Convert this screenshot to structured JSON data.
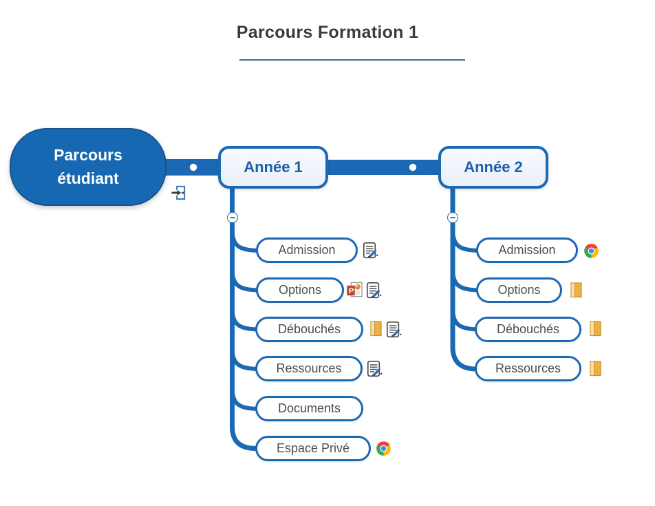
{
  "title": {
    "text": "Parcours Formation 1"
  },
  "ui": {
    "collapse_glyph": "−"
  },
  "colors": {
    "accent_blue": "#1B69B5",
    "root_fill": "#1768B2",
    "topic_fill": "#EEF3FB",
    "topic_text": "#1E5FA8",
    "subtopic_text": "#4D4D4D",
    "title_text": "#3B3B3B",
    "title_underline": "#35739A",
    "folder_yellow": "#ECB045"
  },
  "root": {
    "label": "Parcours étudiant",
    "marker_icon": "link-arrow-icon"
  },
  "branches": [
    {
      "label": "Année 1",
      "state": "expanded",
      "children": [
        {
          "label": "Admission",
          "icons": [
            "notes-icon"
          ]
        },
        {
          "label": "Options",
          "icons": [
            "powerpoint-file-icon",
            "notes-icon"
          ]
        },
        {
          "label": "Débouchés",
          "icons": [
            "folder-icon",
            "notes-icon"
          ]
        },
        {
          "label": "Ressources",
          "icons": [
            "notes-icon"
          ]
        },
        {
          "label": "Documents",
          "icons": []
        },
        {
          "label": "Espace Privé",
          "icons": [
            "chrome-browser-icon"
          ]
        }
      ]
    },
    {
      "label": "Année 2",
      "state": "expanded",
      "children": [
        {
          "label": "Admission",
          "icons": [
            "chrome-browser-icon"
          ]
        },
        {
          "label": "Options",
          "icons": [
            "folder-icon"
          ]
        },
        {
          "label": "Débouchés",
          "icons": [
            "folder-icon"
          ]
        },
        {
          "label": "Ressources",
          "icons": [
            "folder-icon"
          ]
        }
      ]
    }
  ]
}
